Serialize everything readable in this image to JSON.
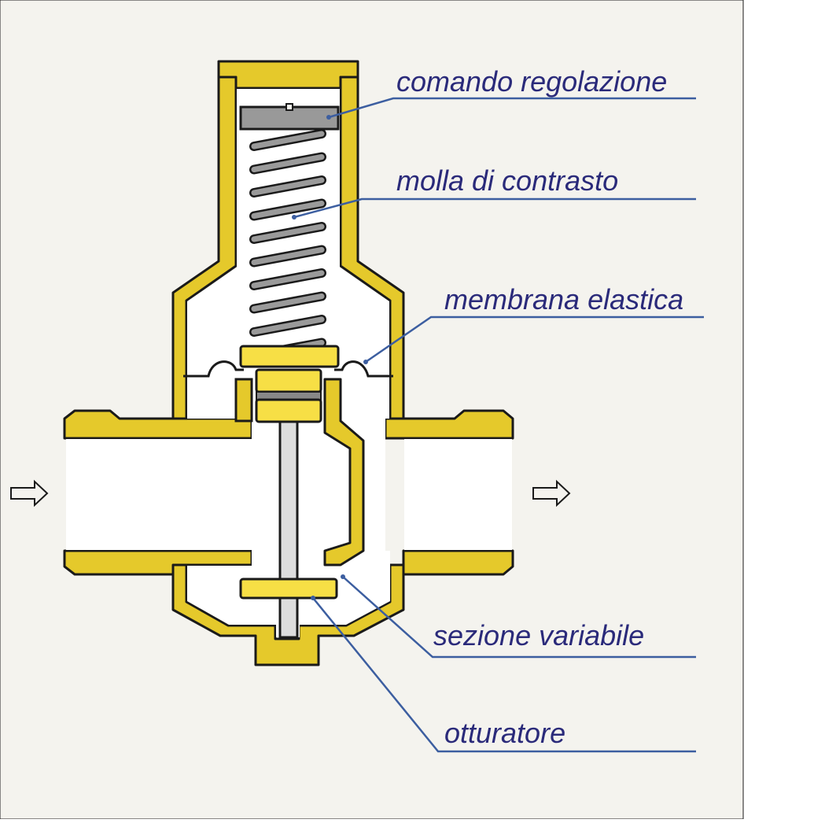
{
  "colors": {
    "panel_background": "#f4f3ee",
    "body_fill": "#e5c92b",
    "outline": "#1a1a1a",
    "label_text": "#2a2a7a",
    "leader_line": "#3c5ea0",
    "spring": "#9a9a9a",
    "stem": "#dddddd",
    "control_block": "#999999"
  },
  "labels": {
    "comando": "comando regolazione",
    "molla": "molla di contrasto",
    "membrana": "membrana elastica",
    "sezione": "sezione variabile",
    "otturatore": "otturatore"
  },
  "icons": {
    "inlet": "flow-arrow-right",
    "outlet": "flow-arrow-right"
  }
}
